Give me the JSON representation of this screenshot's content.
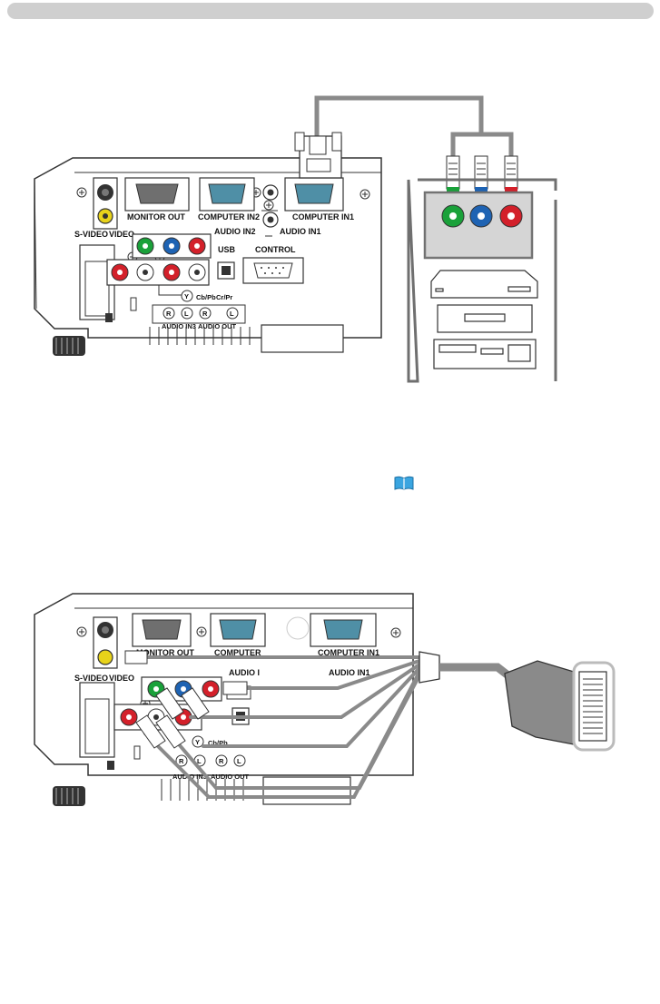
{
  "diagram1": {
    "ports": {
      "monitor_out": "MONITOR OUT",
      "computer_in2": "COMPUTER IN2",
      "computer_in1": "COMPUTER IN1",
      "audio_in2": "AUDIO IN2",
      "audio_in1": "AUDIO IN1",
      "s_video": "S-VIDEO",
      "video": "VIDEO",
      "usb": "USB",
      "control": "CONTROL",
      "y": "Y",
      "cb_pb": "Cb/Pb",
      "cr_pr": "Cr/Pr",
      "r1": "R",
      "l1": "L",
      "r2": "R",
      "l2": "L",
      "audio_in3": "AUDIO IN3",
      "audio_out": "AUDIO OUT"
    }
  },
  "diagram2": {
    "ports": {
      "monitor_out": "MONITOR OUT",
      "computer": "COMPUTER",
      "computer_in1": "COMPUTER IN1",
      "audio_i": "AUDIO I",
      "audio_in1": "AUDIO IN1",
      "s_video": "S-VIDEO",
      "video": "VIDEO",
      "y": "Y",
      "cb_pb": "Cb/Pb",
      "r1": "R",
      "l1": "L",
      "r2": "R",
      "l2": "L",
      "audio_in3": "AUDIO IN3",
      "audio_out": "AUDIO OUT"
    }
  },
  "colors": {
    "green": "#1aa13a",
    "blue": "#1e63b3",
    "red": "#d3202a",
    "yellow": "#e8d31a",
    "cable": "#8a8a8a",
    "panel": "#6f6f6f",
    "teal": "#4f8fa6"
  },
  "icons": [
    "book-icon"
  ]
}
